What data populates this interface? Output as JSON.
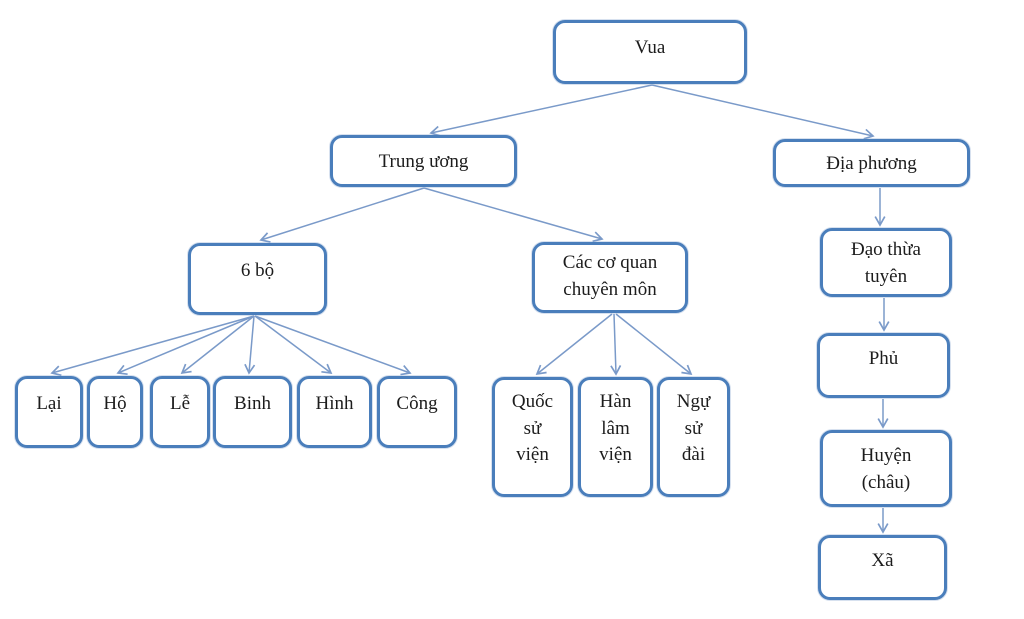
{
  "diagram": {
    "description": "Organizational flowchart of state administration under the king (Vua)",
    "colors": {
      "box_border": "#4a7ebb",
      "arrow": "#7a9ac9",
      "text": "#1c1c1c",
      "background": "#ffffff"
    },
    "nodes": {
      "vua": {
        "label": "Vua",
        "lines": [
          "Vua"
        ]
      },
      "trung_uong": {
        "label": "Trung ương",
        "lines": [
          "Trung ương"
        ]
      },
      "dia_phuong": {
        "label": "Địa phương",
        "lines": [
          "Địa phương"
        ]
      },
      "sau_bo": {
        "label": "6 bộ",
        "lines": [
          "6 bộ"
        ]
      },
      "cac_co_quan": {
        "label": "Các cơ quan chuyên môn",
        "lines": [
          "Các cơ quan",
          "chuyên môn"
        ]
      },
      "lai": {
        "label": "Lại",
        "lines": [
          "Lại"
        ]
      },
      "ho": {
        "label": "Hộ",
        "lines": [
          "Hộ"
        ]
      },
      "le": {
        "label": "Lễ",
        "lines": [
          "Lễ"
        ]
      },
      "binh": {
        "label": "Binh",
        "lines": [
          "Binh"
        ]
      },
      "hinh": {
        "label": "Hình",
        "lines": [
          "Hình"
        ]
      },
      "cong": {
        "label": "Công",
        "lines": [
          "Công"
        ]
      },
      "quoc_su_vien": {
        "label": "Quốc sử viện",
        "lines": [
          "Quốc",
          "sử",
          "viện"
        ]
      },
      "han_lam_vien": {
        "label": "Hàn lâm viện",
        "lines": [
          "Hàn",
          "lâm",
          "viện"
        ]
      },
      "ngu_su_dai": {
        "label": "Ngự sử đài",
        "lines": [
          "Ngự",
          "sử",
          "đài"
        ]
      },
      "dao_thua_tuyen": {
        "label": "Đạo thừa tuyên",
        "lines": [
          "Đạo thừa",
          "tuyên"
        ]
      },
      "phu": {
        "label": "Phủ",
        "lines": [
          "Phủ"
        ]
      },
      "huyen": {
        "label": "Huyện (châu)",
        "lines": [
          "Huyện",
          "(châu)"
        ]
      },
      "xa": {
        "label": "Xã",
        "lines": [
          "Xã"
        ]
      }
    },
    "edges": [
      {
        "from": "vua",
        "to": "trung_uong"
      },
      {
        "from": "vua",
        "to": "dia_phuong"
      },
      {
        "from": "trung_uong",
        "to": "sau_bo"
      },
      {
        "from": "trung_uong",
        "to": "cac_co_quan"
      },
      {
        "from": "sau_bo",
        "to": "lai"
      },
      {
        "from": "sau_bo",
        "to": "ho"
      },
      {
        "from": "sau_bo",
        "to": "le"
      },
      {
        "from": "sau_bo",
        "to": "binh"
      },
      {
        "from": "sau_bo",
        "to": "hinh"
      },
      {
        "from": "sau_bo",
        "to": "cong"
      },
      {
        "from": "cac_co_quan",
        "to": "quoc_su_vien"
      },
      {
        "from": "cac_co_quan",
        "to": "han_lam_vien"
      },
      {
        "from": "cac_co_quan",
        "to": "ngu_su_dai"
      },
      {
        "from": "dia_phuong",
        "to": "dao_thua_tuyen"
      },
      {
        "from": "dao_thua_tuyen",
        "to": "phu"
      },
      {
        "from": "phu",
        "to": "huyen"
      },
      {
        "from": "huyen",
        "to": "xa"
      }
    ]
  }
}
